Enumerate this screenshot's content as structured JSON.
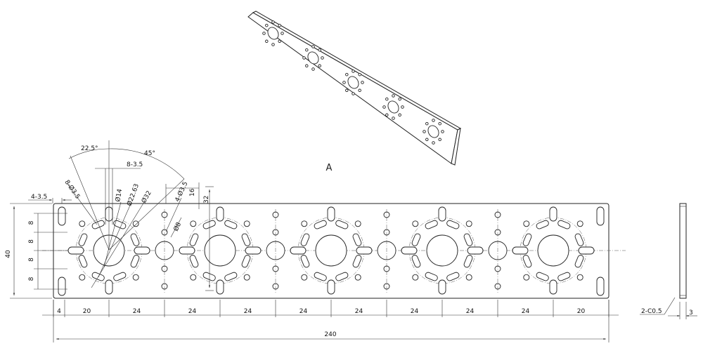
{
  "view_label": "A",
  "dimensions": {
    "overall_length": "240",
    "height": "40",
    "thickness": "3",
    "chamfer": "2-C0.5",
    "edge_slot": "4-3.5",
    "segment_labels": [
      "4",
      "20",
      "24",
      "24",
      "24",
      "24",
      "24",
      "24",
      "24",
      "24",
      "20"
    ],
    "row_pitches": [
      "8",
      "8",
      "8",
      "8"
    ],
    "angle_small": "22.5°",
    "angle_large": "45°",
    "holes_8x": "8-3.5",
    "holes_8x_dia": "8-Ø3.5",
    "dia_14": "Ø14",
    "dia_22": "Ø22.63",
    "dia_32": "Ø32",
    "holes_4x": "4-Ø3.5",
    "pitch_16": "16",
    "pitch_32": "32",
    "dia_8": "Ø8"
  }
}
